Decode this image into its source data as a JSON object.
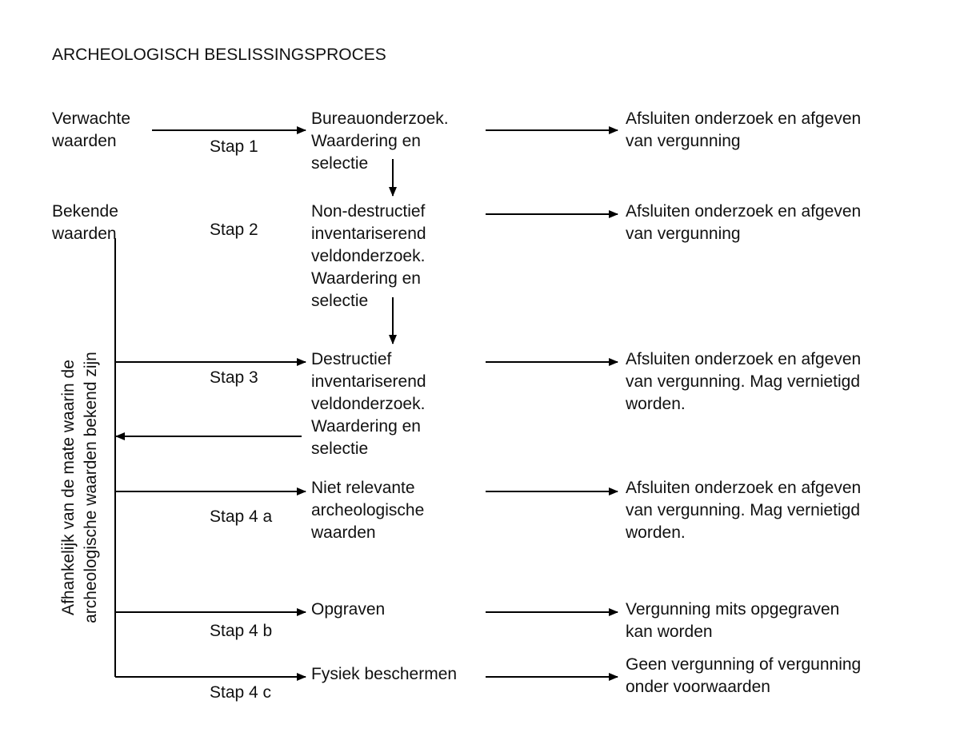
{
  "title": "ARCHEOLOGISCH BESLISSINGSPROCES",
  "vertical_label": "Afhankelijk van de mate waarin de\narcheologische waarden bekend zijn",
  "inputs": {
    "expected": "Verwachte\nwaarden",
    "known": "Bekende\nwaarden"
  },
  "steps": [
    {
      "label": "Stap 1",
      "process": "Bureauonderzoek.\nWaardering en\nselectie",
      "outcome": "Afsluiten onderzoek en afgeven\nvan vergunning"
    },
    {
      "label": "Stap 2",
      "process": "Non-destructief\ninventariserend\nveldonderzoek.\nWaardering en\nselectie",
      "outcome": "Afsluiten onderzoek en afgeven\nvan vergunning"
    },
    {
      "label": "Stap 3",
      "process": "Destructief\ninventariserend\nveldonderzoek.\nWaardering en\nselectie",
      "outcome": "Afsluiten onderzoek en afgeven\nvan vergunning. Mag vernietigd\nworden."
    },
    {
      "label": "Stap 4 a",
      "process": "Niet relevante\narcheologische\nwaarden",
      "outcome": "Afsluiten onderzoek en afgeven\nvan vergunning. Mag vernietigd\nworden."
    },
    {
      "label": "Stap 4 b",
      "process": "Opgraven",
      "outcome": "Vergunning mits opgegraven\nkan worden"
    },
    {
      "label": "Stap 4 c",
      "process": "Fysiek beschermen",
      "outcome": "Geen vergunning of vergunning\nonder voorwaarden"
    }
  ]
}
